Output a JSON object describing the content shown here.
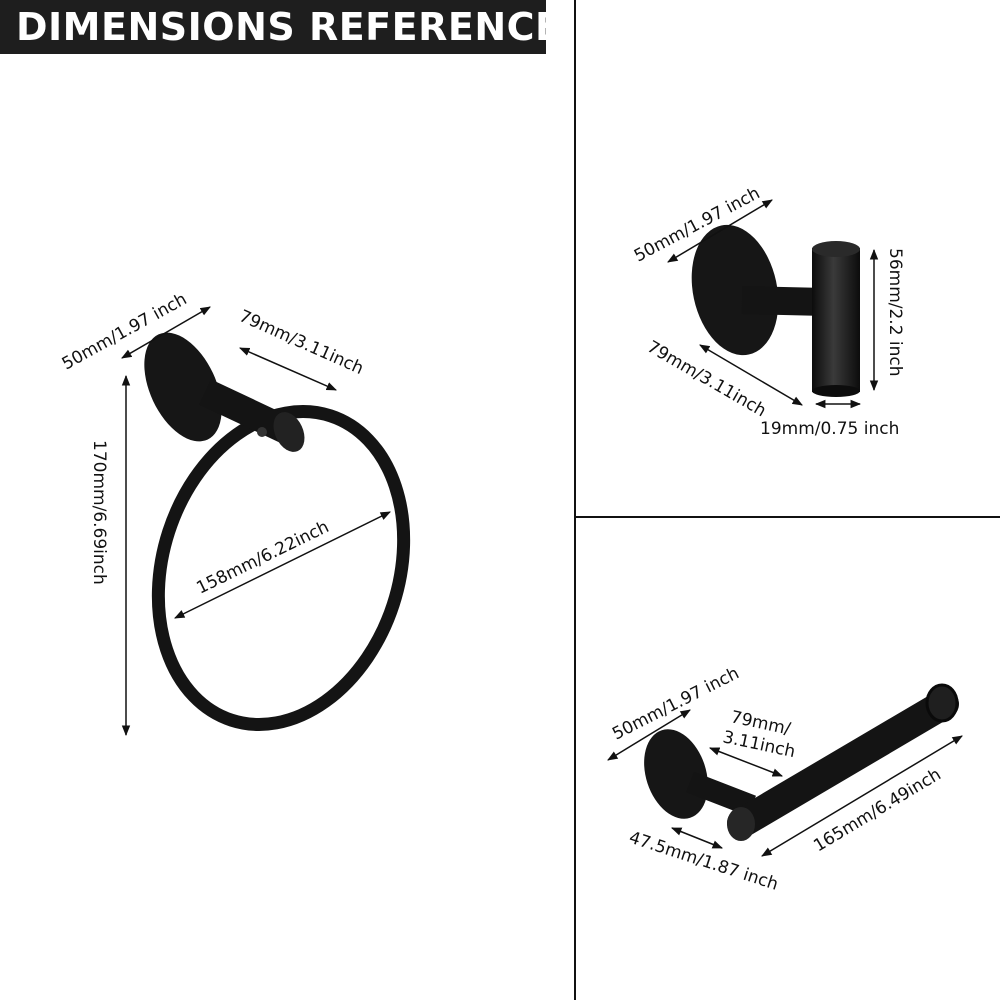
{
  "title": "DIMENSIONS REFERENCE",
  "towel_ring": {
    "base_diameter": "50mm/1.97 inch",
    "arm_length": "79mm/3.11inch",
    "overall_height": "170mm/6.69inch",
    "ring_diameter": "158mm/6.22inch"
  },
  "robe_hook": {
    "base_diameter": "50mm/1.97 inch",
    "hook_height": "56mm/2.2 inch",
    "arm_length": "79mm/3.11inch",
    "hook_diameter": "19mm/0.75 inch"
  },
  "paper_holder": {
    "base_diameter": "50mm/1.97 inch",
    "arm_length_line1": "79mm/",
    "arm_length_line2": "3.11inch",
    "bar_length": "165mm/6.49inch",
    "projection": "47.5mm/1.87 inch"
  },
  "colors": {
    "product": "#141414",
    "text": "#111111",
    "title_bg": "#1e1e1e",
    "title_fg": "#ffffff"
  }
}
